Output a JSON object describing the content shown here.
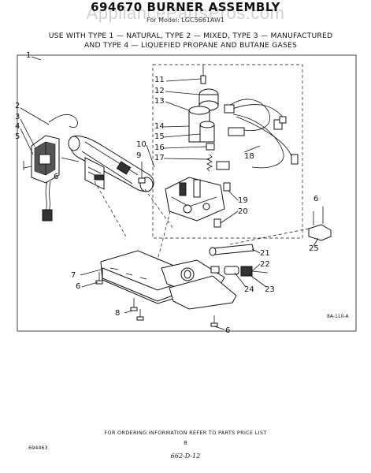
{
  "header": {
    "title": "694670 BURNER ASSEMBLY",
    "watermark": "AppliancePartsPros.com",
    "subtitle": "For Model: LGC5661AW1",
    "usage_line1": "USE WITH TYPE 1 — NATURAL, TYPE 2 — MIXED, TYPE 3 — MANUFACTURED",
    "usage_line2": "AND TYPE 4 — LIQUEFIED PROPANE AND BUTANE GASES"
  },
  "diagram": {
    "callouts": [
      "1",
      "2",
      "3",
      "4",
      "5",
      "6",
      "7",
      "8",
      "9",
      "10",
      "11",
      "12",
      "13",
      "14",
      "15",
      "16",
      "17",
      "18",
      "19",
      "20",
      "21",
      "22",
      "23",
      "24",
      "25"
    ],
    "drawing_code": "8A-110-A"
  },
  "footer": {
    "ordering_note": "FOR ORDERING INFORMATION REFER TO PARTS PRICE LIST",
    "page_number": "8",
    "doc_number": "694463",
    "handwritten": "662-D-12"
  }
}
